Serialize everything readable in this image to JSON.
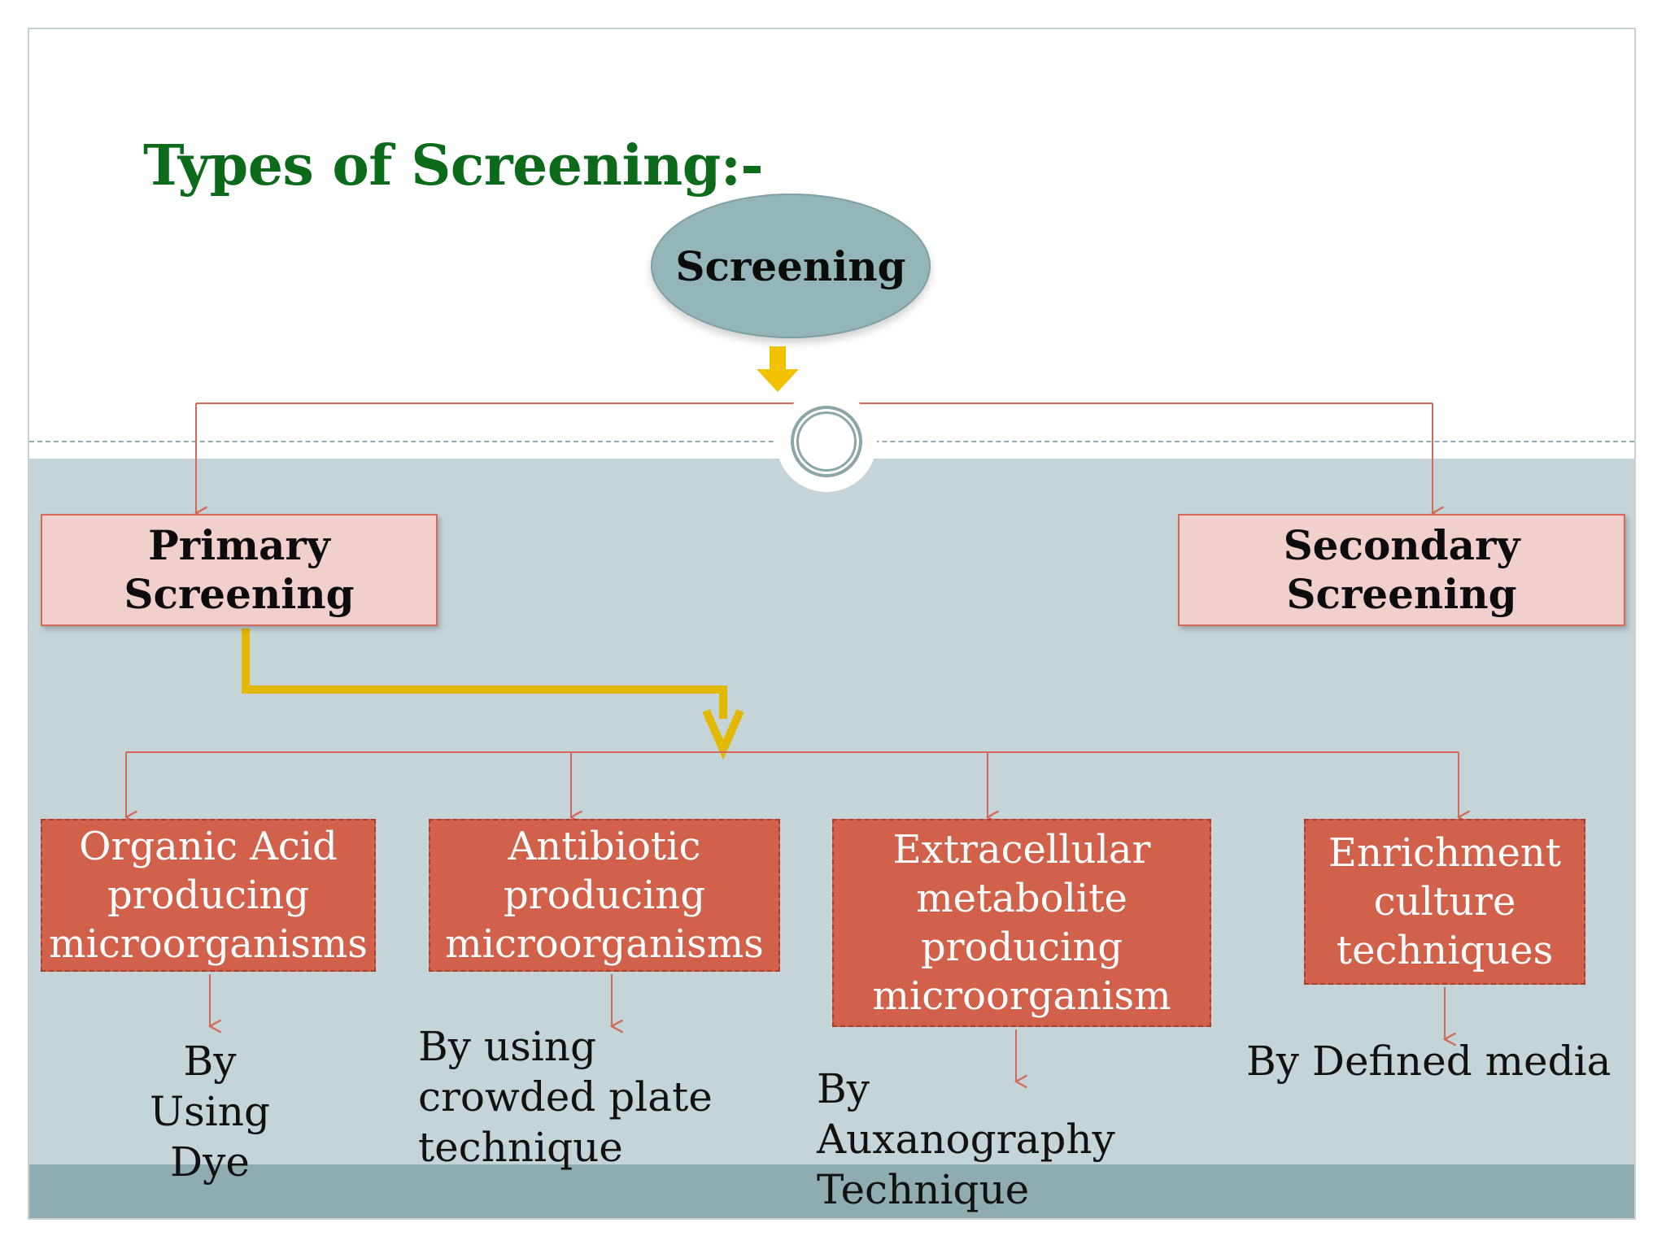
{
  "title": "Types of Screening:-",
  "root": {
    "label": "Screening"
  },
  "categories": [
    {
      "label": "Primary Screening"
    },
    {
      "label": "Secondary Screening"
    }
  ],
  "primary_types": [
    {
      "label": "Organic Acid producing microorganisms",
      "method": "By Using Dye"
    },
    {
      "label": "Antibiotic producing microorganisms",
      "method": "By using crowded plate technique"
    },
    {
      "label": "Extracellular metabolite producing microorganism",
      "method": "By Auxanography Technique"
    },
    {
      "label": "Enrichment culture techniques",
      "method": "By Defined media"
    }
  ],
  "colors": {
    "title": "#0b6b1a",
    "ellipse": "#95b6b9",
    "band": "#c5d4d8",
    "band_bottom": "#8fadb0",
    "category_box": "#f1cfcd",
    "type_box": "#d1614a",
    "connector": "#d26a57",
    "arrow_yellow": "#f2c200"
  }
}
